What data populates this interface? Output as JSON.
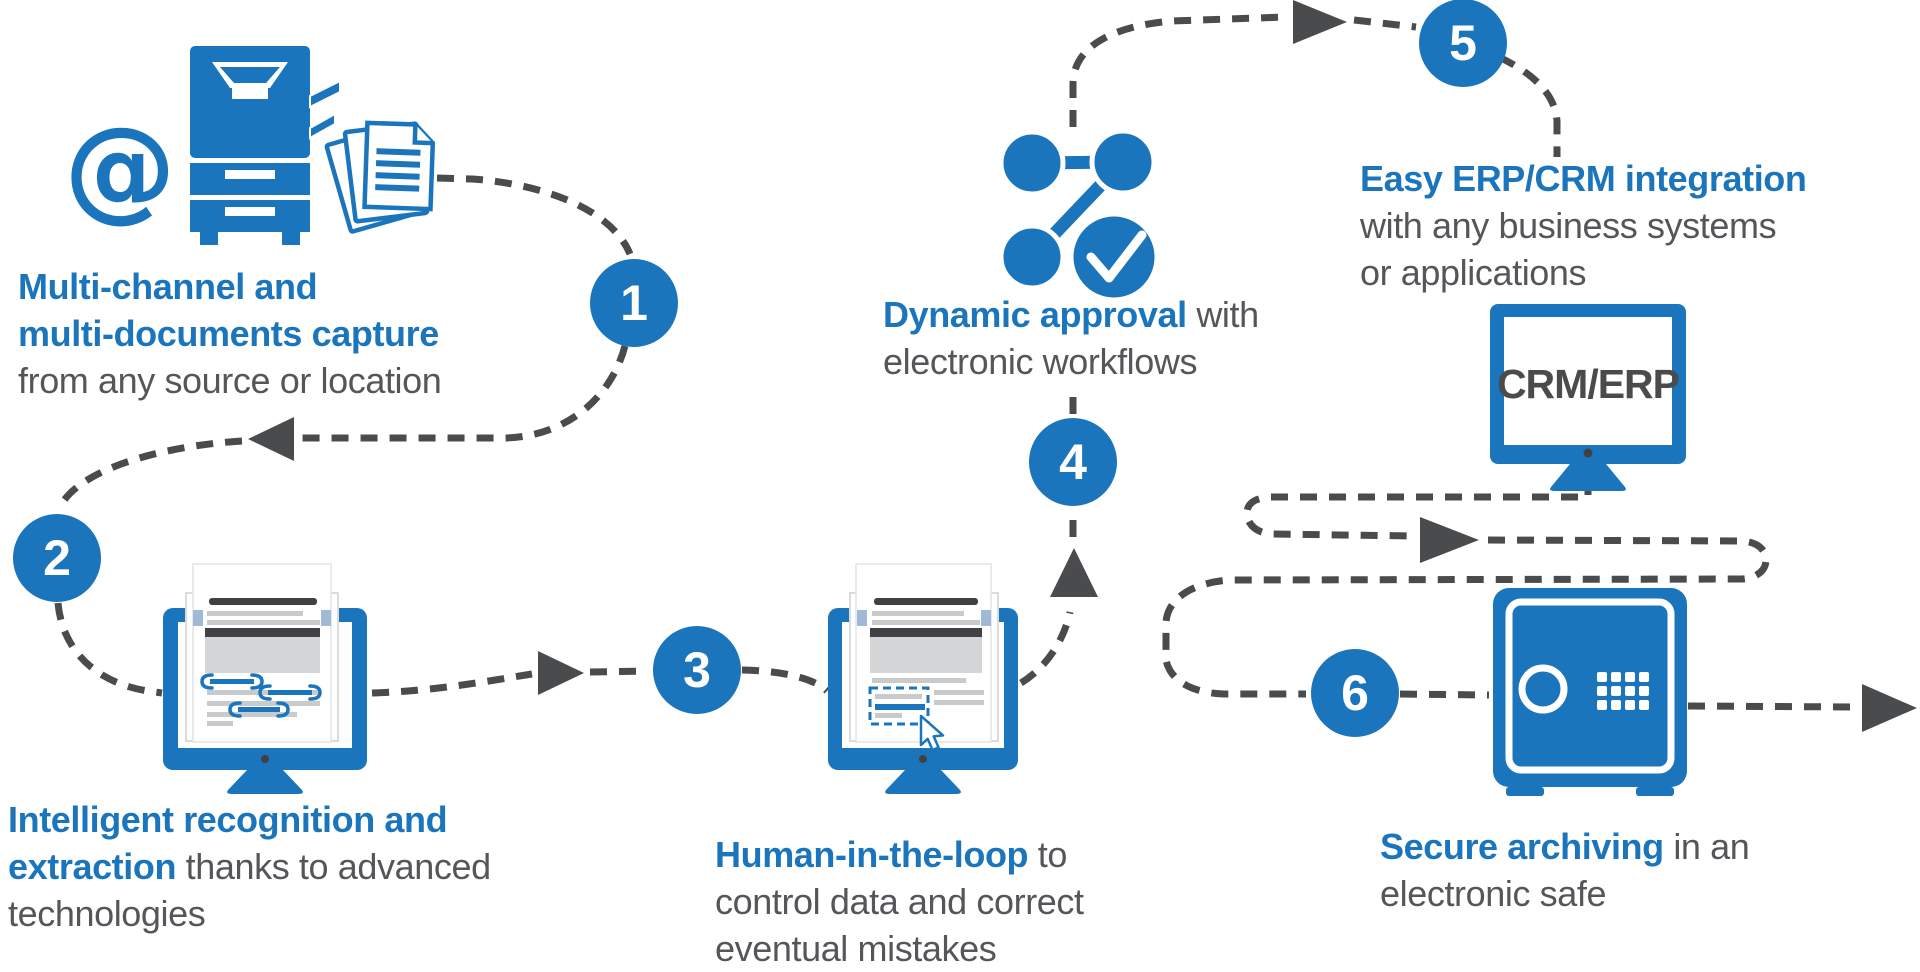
{
  "title": "Document capture and processing workflow",
  "colors": {
    "blue": "#1b75bc",
    "text_gray": "#55565a",
    "connector_gray": "#4a4b4d",
    "dark_bar": "#414042"
  },
  "icons": {
    "at_symbol": "@"
  },
  "crm_monitor": {
    "screen_label": "CRM/ERP"
  },
  "steps": [
    {
      "number": "1",
      "line1_bold": "Multi-channel and",
      "line2_bold": "multi-documents capture",
      "line3_gray": "from any source or location"
    },
    {
      "number": "2",
      "line1_bold": "Intelligent recognition and",
      "line2_bold": "extraction",
      "line2_gray": " thanks to advanced",
      "line3_gray": "technologies"
    },
    {
      "number": "3",
      "line1_bold": "Human-in-the-loop",
      "line1_gray": " to",
      "line2_gray": "control data and correct",
      "line3_gray": "eventual mistakes"
    },
    {
      "number": "4",
      "line1_bold": "Dynamic approval",
      "line1_gray": " with",
      "line2_gray": "electronic workflows"
    },
    {
      "number": "5",
      "line1_bold": "Easy ERP/CRM integration",
      "line2_gray": "with any business systems",
      "line3_gray": "or applications"
    },
    {
      "number": "6",
      "line1_bold": "Secure archiving",
      "line1_gray": " in an",
      "line2_gray": "electronic safe"
    }
  ]
}
